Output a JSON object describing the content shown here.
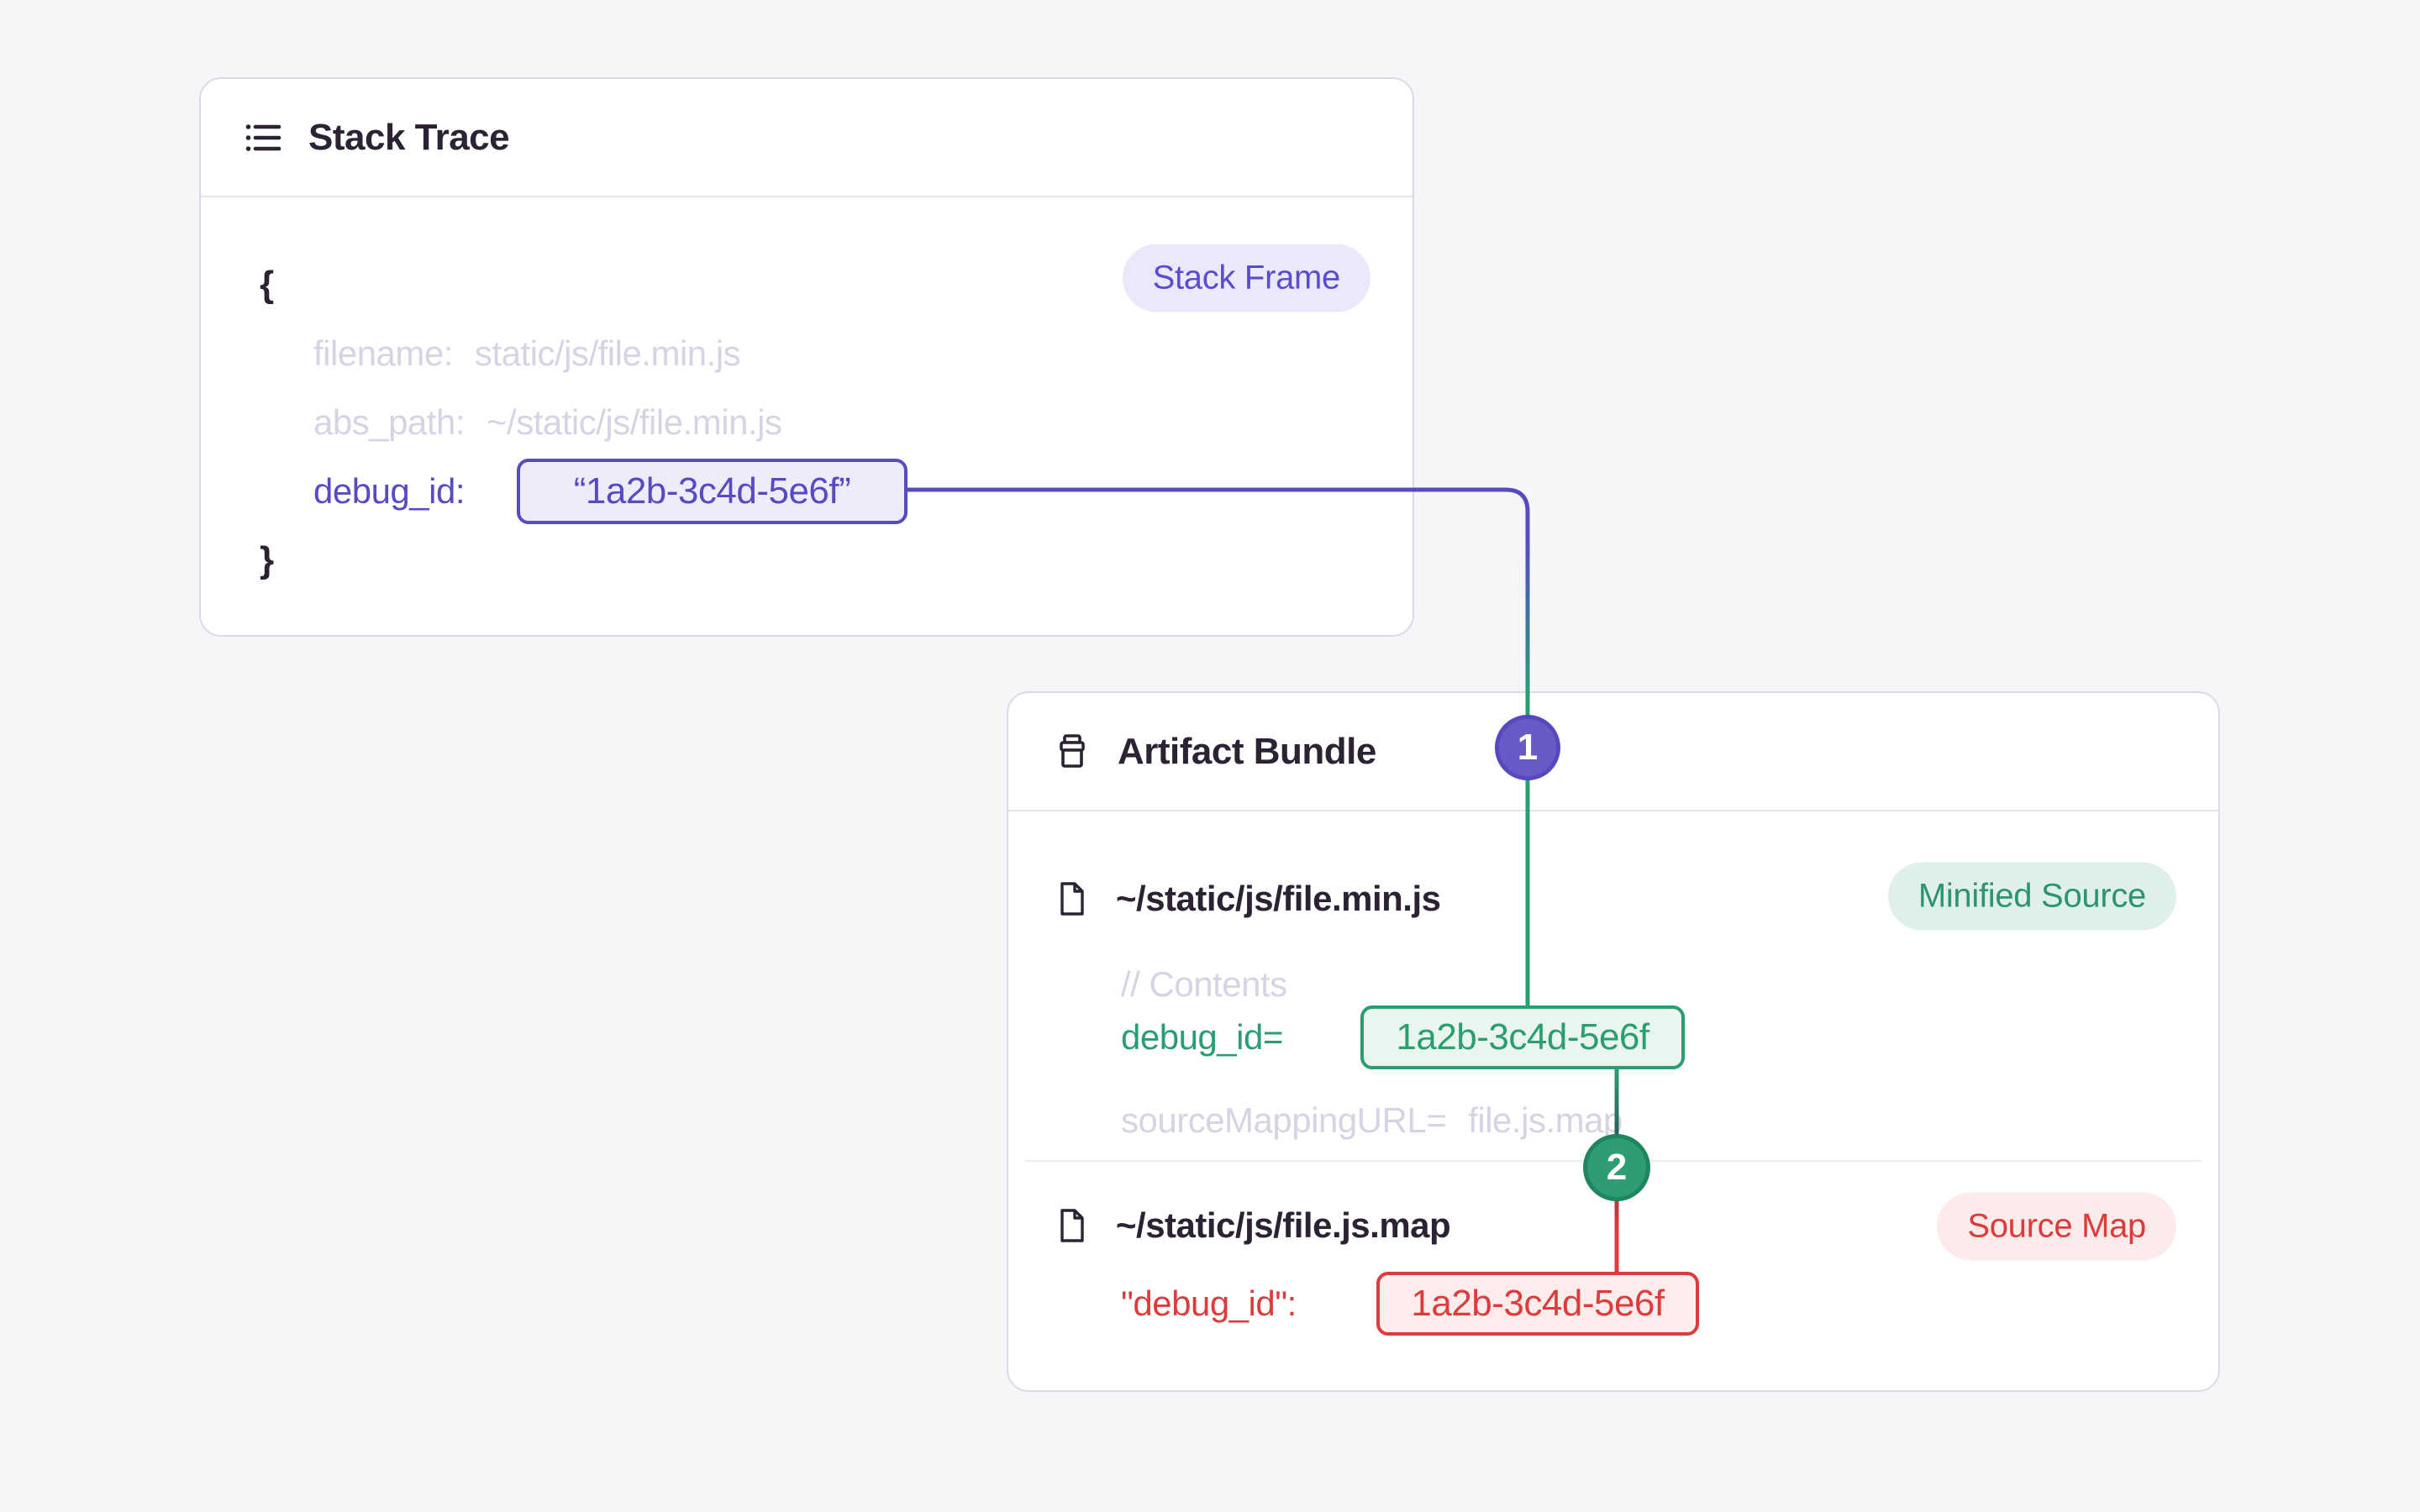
{
  "colors": {
    "background": "#f6f6f8",
    "card_border": "#dcd9e6",
    "dark_text": "#2b2233",
    "faded_text": "#d6d3e4",
    "purple": "#584ac0",
    "green": "#2a9d73",
    "red": "#dc3c3c"
  },
  "stack_trace": {
    "title": "Stack Trace",
    "icon": "list-icon",
    "frame_badge": "Stack Frame",
    "brace_open": "{",
    "brace_close": "}",
    "fields": {
      "filename": {
        "label": "filename:",
        "value": "static/js/file.min.js"
      },
      "abs_path": {
        "label": "abs_path:",
        "value": "~/static/js/file.min.js"
      },
      "debug_id": {
        "label": "debug_id:",
        "value": "“1a2b-3c4d-5e6f”"
      }
    }
  },
  "artifact_bundle": {
    "title": "Artifact Bundle",
    "icon": "archive-box-icon",
    "minified_source": {
      "path": "~/static/js/file.min.js",
      "type_badge": "Minified Source",
      "contents_comment": "// Contents",
      "debug_id": {
        "label": "debug_id=",
        "value": "1a2b-3c4d-5e6f"
      },
      "source_mapping": {
        "label": "sourceMappingURL=",
        "value": "file.js.map"
      }
    },
    "source_map": {
      "path": "~/static/js/file.js.map",
      "type_badge": "Source Map",
      "debug_id": {
        "label": "\"debug_id\":",
        "value": "1a2b-3c4d-5e6f"
      }
    }
  },
  "connectors": {
    "step1": "1",
    "step2": "2"
  }
}
